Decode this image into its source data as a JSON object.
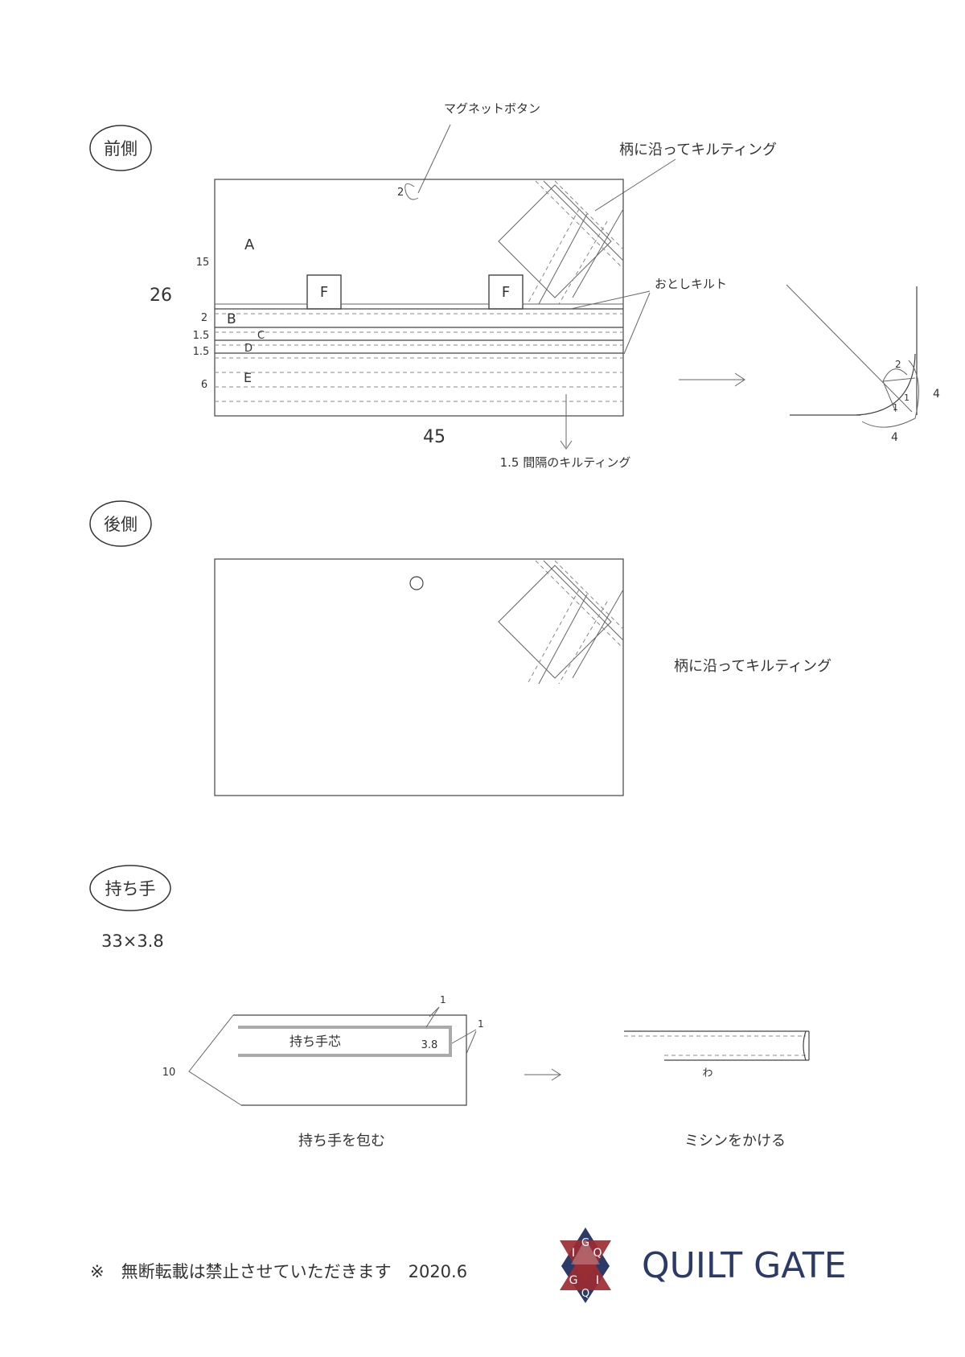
{
  "sections": {
    "front": "前側",
    "back": "後側",
    "handle": "持ち手"
  },
  "front": {
    "magnet_label": "マグネットボタン",
    "magnet_size": "2",
    "quilt_pattern_label": "柄に沿ってキルティング",
    "drop_quilt_label": "おとしキルト",
    "spacing_quilt_label": "1.5 間隔のキルティング",
    "height": "26",
    "width": "45",
    "parts": {
      "a": "A",
      "b": "B",
      "c": "C",
      "d": "D",
      "e": "E",
      "f": "F"
    },
    "dims": {
      "a": "15",
      "b": "2",
      "c": "1.5",
      "d": "1.5",
      "e": "6"
    },
    "corner": {
      "r2": "2",
      "r1a": "1",
      "r1b": "1",
      "side": "4",
      "bottom": "4"
    }
  },
  "back": {
    "quilt_pattern_label": "柄に沿ってキルティング"
  },
  "handle": {
    "size": "33×3.8",
    "core_label": "持ち手芯",
    "core_width": "3.8",
    "seam_top": "1",
    "seam_right": "1",
    "fold_length": "10",
    "wrap_caption": "持ち手を包む",
    "fold_mark": "わ",
    "sew_caption": "ミシンをかける"
  },
  "footer": {
    "notice": "※　無断転載は禁止させていただきます　2020.6",
    "brand": "QUILT GATE",
    "logo_letters": [
      "Q",
      "I",
      "G",
      "Q",
      "G",
      "I"
    ]
  },
  "colors": {
    "logo_blue": "#2b3a66",
    "logo_red": "#9b2c33",
    "line": "#444444"
  }
}
